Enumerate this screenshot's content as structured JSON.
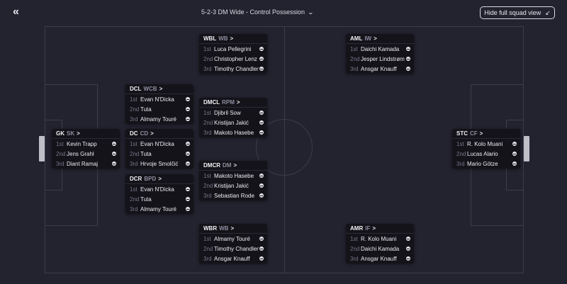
{
  "header": {
    "collapse_icon": "«",
    "tactic_name": "5-2-3 DM Wide - Control Possession",
    "tactic_chevron": "⌄",
    "hide_button_label": "Hide full squad view",
    "hide_button_icon": "⤡"
  },
  "positions": [
    {
      "pos": "GK",
      "role": "SK",
      "arrow": ">",
      "players": [
        {
          "rank": "1st",
          "name": "Kevin Trapp"
        },
        {
          "rank": "2nd",
          "name": "Jens Grahl"
        },
        {
          "rank": "3rd",
          "name": "Diant Ramaj"
        }
      ]
    },
    {
      "pos": "DCL",
      "role": "WCB",
      "arrow": ">",
      "players": [
        {
          "rank": "1st",
          "name": "Evan N'Dicka"
        },
        {
          "rank": "2nd",
          "name": "Tuta"
        },
        {
          "rank": "3rd",
          "name": "Almamy Touré"
        }
      ]
    },
    {
      "pos": "DC",
      "role": "CD",
      "arrow": ">",
      "players": [
        {
          "rank": "1st",
          "name": "Evan N'Dicka"
        },
        {
          "rank": "2nd",
          "name": "Tuta"
        },
        {
          "rank": "3rd",
          "name": "Hrvoje Smolčić"
        }
      ]
    },
    {
      "pos": "DCR",
      "role": "BPD",
      "arrow": ">",
      "players": [
        {
          "rank": "1st",
          "name": "Evan N'Dicka"
        },
        {
          "rank": "2nd",
          "name": "Tuta"
        },
        {
          "rank": "3rd",
          "name": "Almamy Touré"
        }
      ]
    },
    {
      "pos": "WBL",
      "role": "WB",
      "arrow": ">",
      "players": [
        {
          "rank": "1st",
          "name": "Luca Pellegrini"
        },
        {
          "rank": "2nd",
          "name": "Christopher Lenz"
        },
        {
          "rank": "3rd",
          "name": "Timothy Chandler"
        }
      ]
    },
    {
      "pos": "DMCL",
      "role": "RPM",
      "arrow": ">",
      "players": [
        {
          "rank": "1st",
          "name": "Djibril Sow"
        },
        {
          "rank": "2nd",
          "name": "Kristijan Jakić"
        },
        {
          "rank": "3rd",
          "name": "Makoto Hasebe"
        }
      ]
    },
    {
      "pos": "DMCR",
      "role": "DM",
      "arrow": ">",
      "players": [
        {
          "rank": "1st",
          "name": "Makoto Hasebe"
        },
        {
          "rank": "2nd",
          "name": "Kristijan Jakić"
        },
        {
          "rank": "3rd",
          "name": "Sebastian Rode"
        }
      ]
    },
    {
      "pos": "WBR",
      "role": "WB",
      "arrow": ">",
      "players": [
        {
          "rank": "1st",
          "name": "Almamy Touré"
        },
        {
          "rank": "2nd",
          "name": "Timothy Chandler"
        },
        {
          "rank": "3rd",
          "name": "Ansgar Knauff"
        }
      ]
    },
    {
      "pos": "AML",
      "role": "IW",
      "arrow": ">",
      "players": [
        {
          "rank": "1st",
          "name": "Daichi Kamada"
        },
        {
          "rank": "2nd",
          "name": "Jesper Lindstrøm"
        },
        {
          "rank": "3rd",
          "name": "Ansgar Knauff"
        }
      ]
    },
    {
      "pos": "AMR",
      "role": "IF",
      "arrow": ">",
      "players": [
        {
          "rank": "1st",
          "name": "R. Kolo Muani"
        },
        {
          "rank": "2nd",
          "name": "Daichi Kamada"
        },
        {
          "rank": "3rd",
          "name": "Ansgar Knauff"
        }
      ]
    },
    {
      "pos": "STC",
      "role": "CF",
      "arrow": ">",
      "players": [
        {
          "rank": "1st",
          "name": "R. Kolo Muani"
        },
        {
          "rank": "2nd",
          "name": "Lucas Alario"
        },
        {
          "rank": "3rd",
          "name": "Mario Götze"
        }
      ]
    }
  ],
  "colors": {
    "background": "#23222f",
    "card": "#141319",
    "pitch_lines": "#3d3c4e",
    "role_text": "#8e8da0"
  }
}
